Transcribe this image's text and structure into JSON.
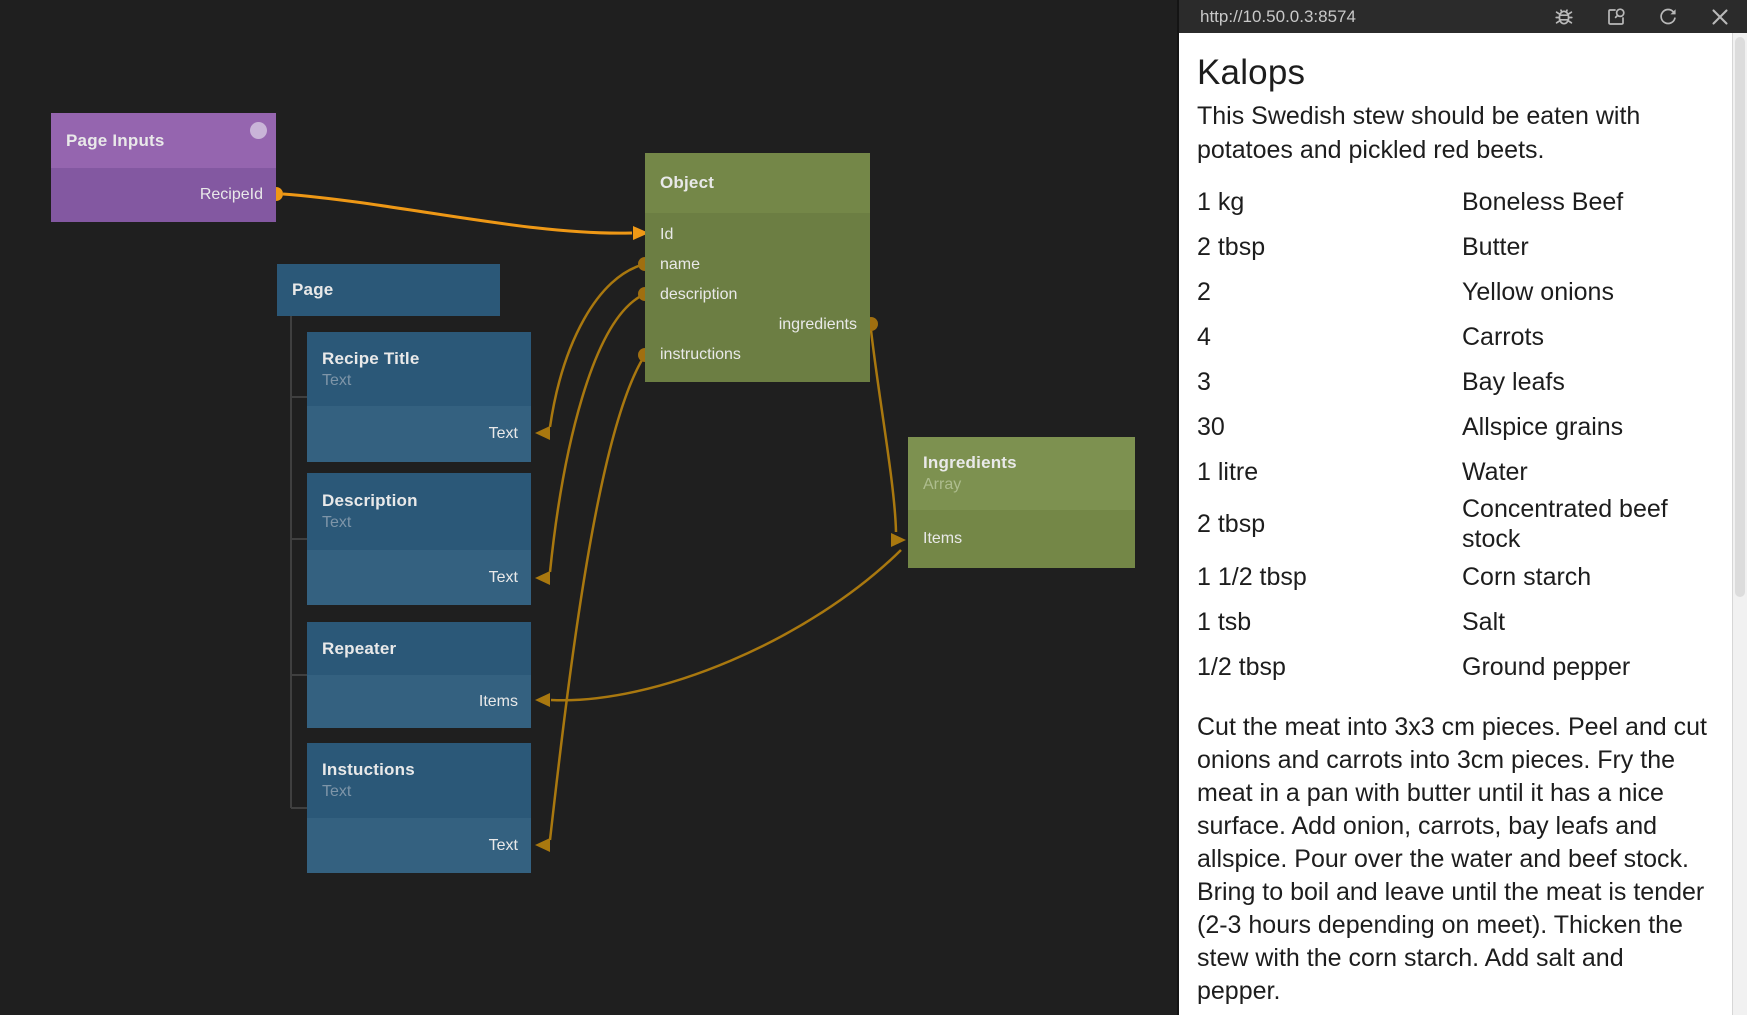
{
  "canvas": {
    "page_inputs": {
      "title": "Page Inputs",
      "output_label": "RecipeId"
    },
    "page": {
      "title": "Page"
    },
    "recipe_title": {
      "title": "Recipe Title",
      "subtitle": "Text",
      "port_label": "Text"
    },
    "description": {
      "title": "Description",
      "subtitle": "Text",
      "port_label": "Text"
    },
    "repeater": {
      "title": "Repeater",
      "port_label": "Items"
    },
    "instructions_node": {
      "title": "Instuctions",
      "subtitle": "Text",
      "port_label": "Text"
    },
    "object": {
      "title": "Object",
      "rows": [
        {
          "label": "Id"
        },
        {
          "label": "name"
        },
        {
          "label": "description"
        },
        {
          "label": "ingredients"
        },
        {
          "label": "instructions"
        }
      ]
    },
    "ingredients_node": {
      "title": "Ingredients",
      "subtitle": "Array",
      "port_label": "Items"
    }
  },
  "panel": {
    "url": "http://10.50.0.3:8574",
    "icons": [
      "debug-icon",
      "inspect-icon",
      "refresh-icon",
      "close-icon"
    ],
    "title": "Kalops",
    "description": "This Swedish stew should be eaten with potatoes and pickled red beets.",
    "ingredients": [
      {
        "qty": "1 kg",
        "name": "Boneless Beef"
      },
      {
        "qty": "2 tbsp",
        "name": "Butter"
      },
      {
        "qty": "2",
        "name": "Yellow onions"
      },
      {
        "qty": "4",
        "name": "Carrots"
      },
      {
        "qty": "3",
        "name": "Bay leafs"
      },
      {
        "qty": "30",
        "name": "Allspice grains"
      },
      {
        "qty": "1 litre",
        "name": "Water"
      },
      {
        "qty": "2 tbsp",
        "name": "Concentrated beef stock"
      },
      {
        "qty": "1 1/2 tbsp",
        "name": "Corn starch"
      },
      {
        "qty": "1 tsb",
        "name": "Salt"
      },
      {
        "qty": "1/2 tbsp",
        "name": "Ground pepper"
      }
    ],
    "instructions": "Cut the meat into 3x3 cm pieces. Peel and cut onions and carrots into 3cm pieces. Fry the meat in a pan with butter until it has a nice surface. Add onion, carrots, bay leafs and allspice. Pour over the water and beef stock. Bring to boil and leave until the meat is tender (2-3 hours depending on meet). Thicken the stew with the corn starch. Add salt and pepper."
  },
  "colors": {
    "canvas_bg": "#1f1f1f",
    "wire": "#a9780f",
    "wire_highlight": "#ee9816",
    "purple_header": "#9565af",
    "purple_body": "#8358a1",
    "blue_header": "#2b5878",
    "blue_body": "#346180",
    "green_header": "#748748",
    "green_body": "#6c7e43",
    "panel_bar": "#2b2b2b"
  }
}
